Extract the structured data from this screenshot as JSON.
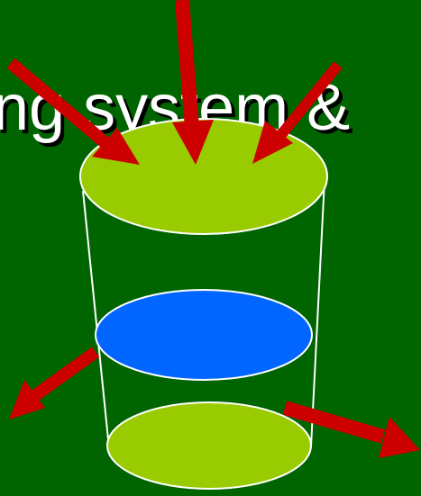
{
  "slide": {
    "heading_fragment": "ng system &",
    "background_color": "#006400"
  },
  "diagram": {
    "container_outline_color": "#ffffff",
    "top_disk_color": "#99cc00",
    "middle_disk_color": "#0066ff",
    "bottom_disk_color": "#99cc00",
    "arrow_color": "#cc0000",
    "inflow_arrow_count": 3,
    "outflow_arrow_count": 2
  }
}
